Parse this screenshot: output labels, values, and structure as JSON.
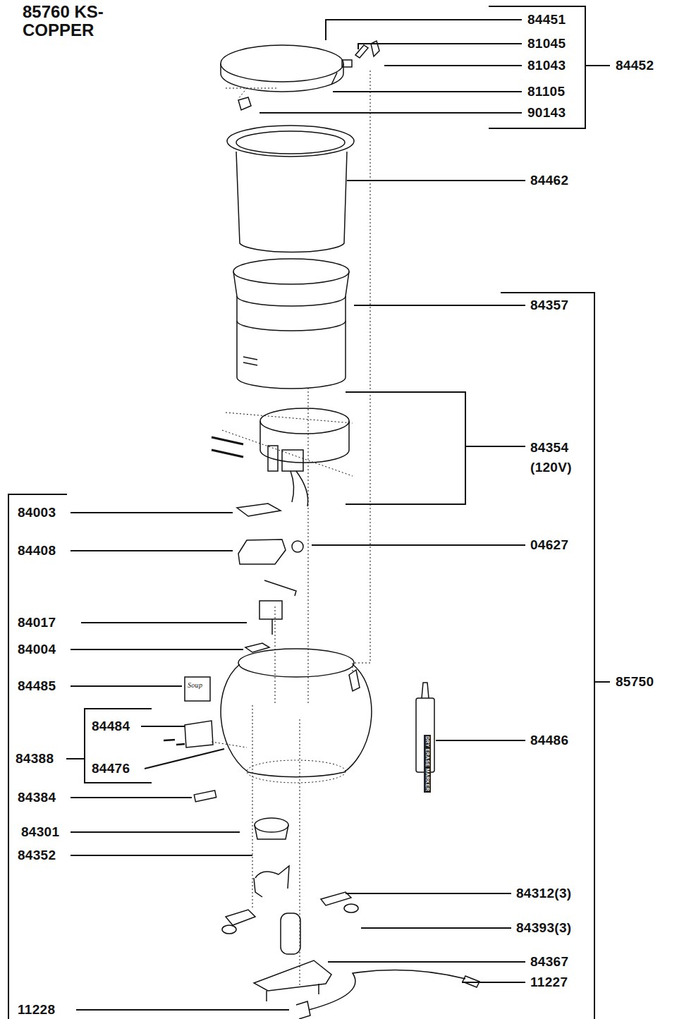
{
  "diagram": {
    "title": "85760 KS-COPPER",
    "labels": [
      "84451",
      "81045",
      "81043",
      "84452",
      "81105",
      "90143",
      "84462",
      "84357",
      "84354 (120V)",
      "84003",
      "84408",
      "04627",
      "84017",
      "84004",
      "84485",
      "Soup",
      "85750",
      "84484",
      "84486",
      "DRY ERASE MARKER",
      "84388",
      "84476",
      "84384",
      "84301",
      "84352",
      "84312(3)",
      "84393(3)",
      "84367",
      "11227",
      "11228"
    ]
  }
}
